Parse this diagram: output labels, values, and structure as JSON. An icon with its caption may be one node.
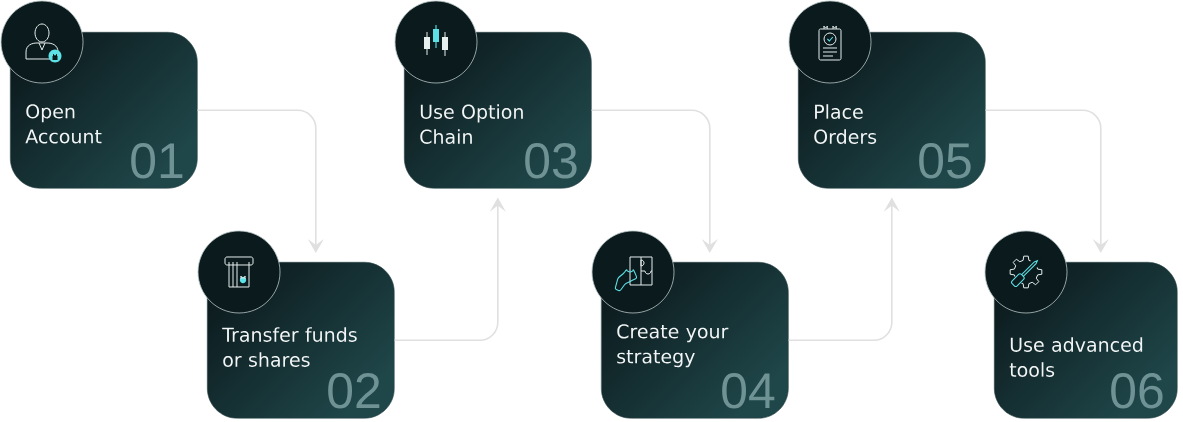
{
  "diagram": {
    "nodes": [
      {
        "text": [
          "Open Account",
          "01"
        ]
      },
      {
        "text": [
          "Transfer funds or shares",
          "02"
        ]
      },
      {
        "text": [
          "Use Option Chain",
          "03"
        ]
      },
      {
        "text": [
          "Create your strategy",
          "04"
        ]
      },
      {
        "text": [
          "Place Orders",
          "05"
        ]
      },
      {
        "text": [
          "Use advanced tools",
          "06"
        ]
      }
    ],
    "edges": [
      {
        "from": 0,
        "to": 1,
        "arrow": "to"
      },
      {
        "from": 1,
        "to": 2,
        "arrow": "to"
      },
      {
        "from": 2,
        "to": 3,
        "arrow": "to"
      },
      {
        "from": 3,
        "to": 4,
        "arrow": "to"
      },
      {
        "from": 4,
        "to": 5,
        "arrow": "to"
      }
    ]
  }
}
